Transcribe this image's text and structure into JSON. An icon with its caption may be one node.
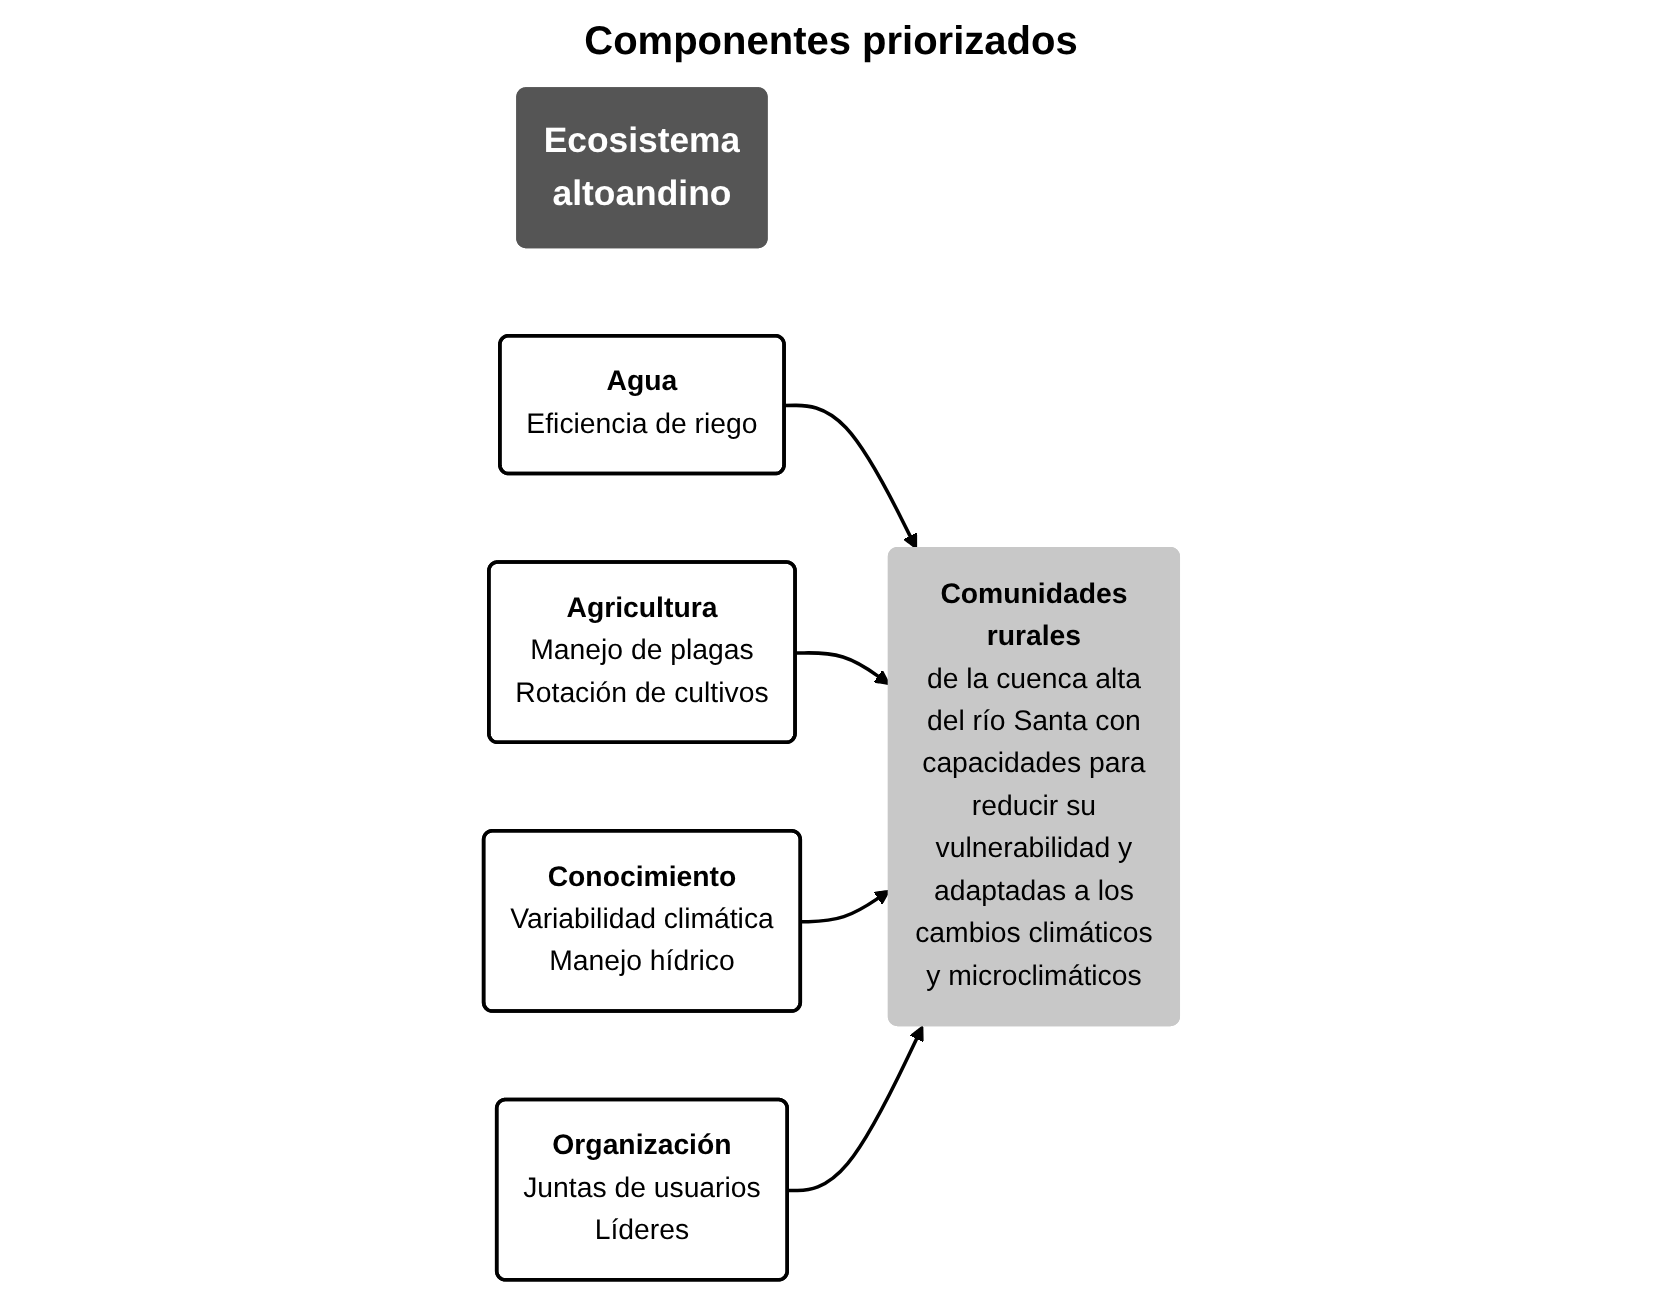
{
  "diagram": {
    "title": "Componentes priorizados",
    "nodes": [
      {
        "text": [
          "Ecosistema altoandino"
        ]
      },
      {
        "text": [
          "Agua",
          "Eficiencia de riego"
        ]
      },
      {
        "text": [
          "Agricultura",
          "Manejo de plagas Rotación de cultivos"
        ]
      },
      {
        "text": [
          "Conocimiento",
          "Variabilidad climática Manejo hídrico"
        ]
      },
      {
        "text": [
          "Organización",
          "Juntas de usuarios Líderes"
        ]
      },
      {
        "text": [
          "Comunidades rurales",
          "de la cuenca alta del río Santa con capacidades para reducir su vulnerabilidad y adaptadas a los cambios climáticos y microclimáticos"
        ]
      }
    ],
    "edges": [
      {
        "from": 1,
        "to": 5,
        "arrow": "to"
      },
      {
        "from": 2,
        "to": 5,
        "arrow": "to"
      },
      {
        "from": 3,
        "to": 5,
        "arrow": "to"
      },
      {
        "from": 4,
        "to": 5,
        "arrow": "to"
      }
    ]
  }
}
